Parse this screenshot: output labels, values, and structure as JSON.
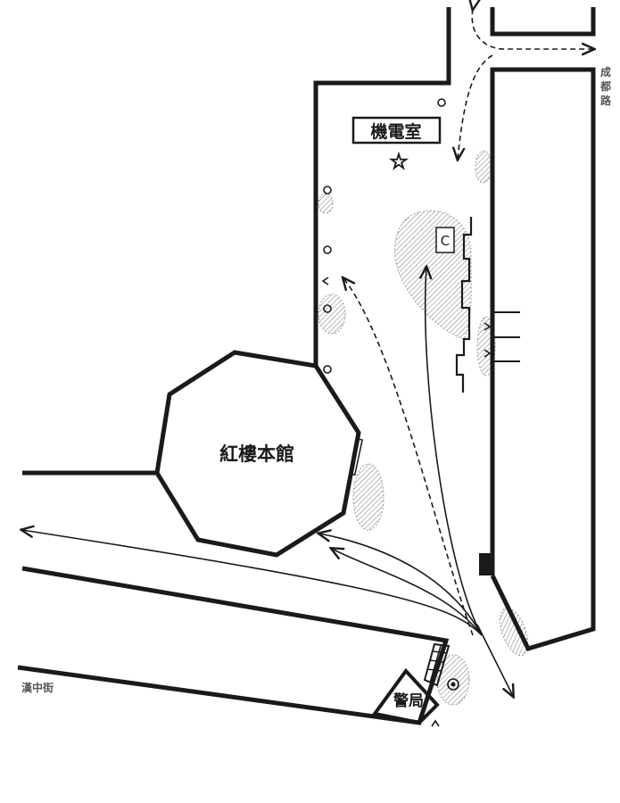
{
  "map": {
    "labels": {
      "machine_room": "機電室",
      "red_house": "紅樓本館",
      "police": "警局",
      "c_marker": "C"
    },
    "roads": {
      "chengdu_chars": [
        "成",
        "都",
        "路"
      ],
      "hanzhong": "漢中街"
    },
    "colors": {
      "ink": "#1a1a1a",
      "hatch": "#888888",
      "road_label": "#555555"
    }
  }
}
